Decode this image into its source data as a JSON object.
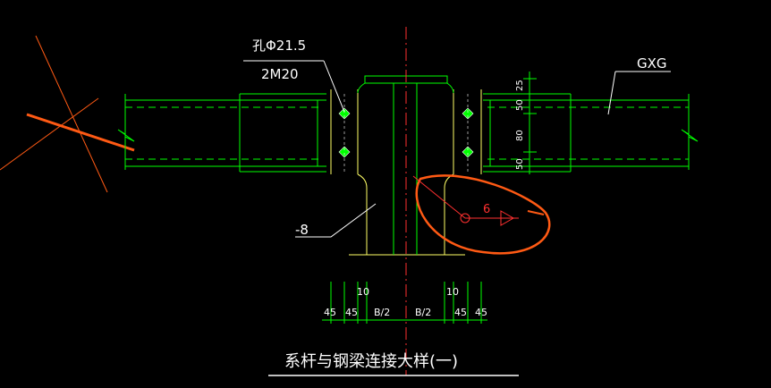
{
  "labels": {
    "hole": "孔Φ21.5",
    "bolts": "2M20",
    "member": "GXG",
    "plate": "-8",
    "weld_size": "6",
    "title": "系杆与钢梁连接大样(一)"
  },
  "dims_right": [
    "25",
    "50",
    "80",
    "50"
  ],
  "dims_bottom": [
    "45",
    "45",
    "10",
    "B/2",
    "B/2",
    "10",
    "45",
    "45"
  ],
  "colors": {
    "background": "#000000",
    "steel": "#00ff00",
    "plate": "#ffff66",
    "centerline": "#ff3030",
    "annotation": "#ff5a14",
    "text": "#ffffff",
    "bolt": "#00ff00"
  }
}
